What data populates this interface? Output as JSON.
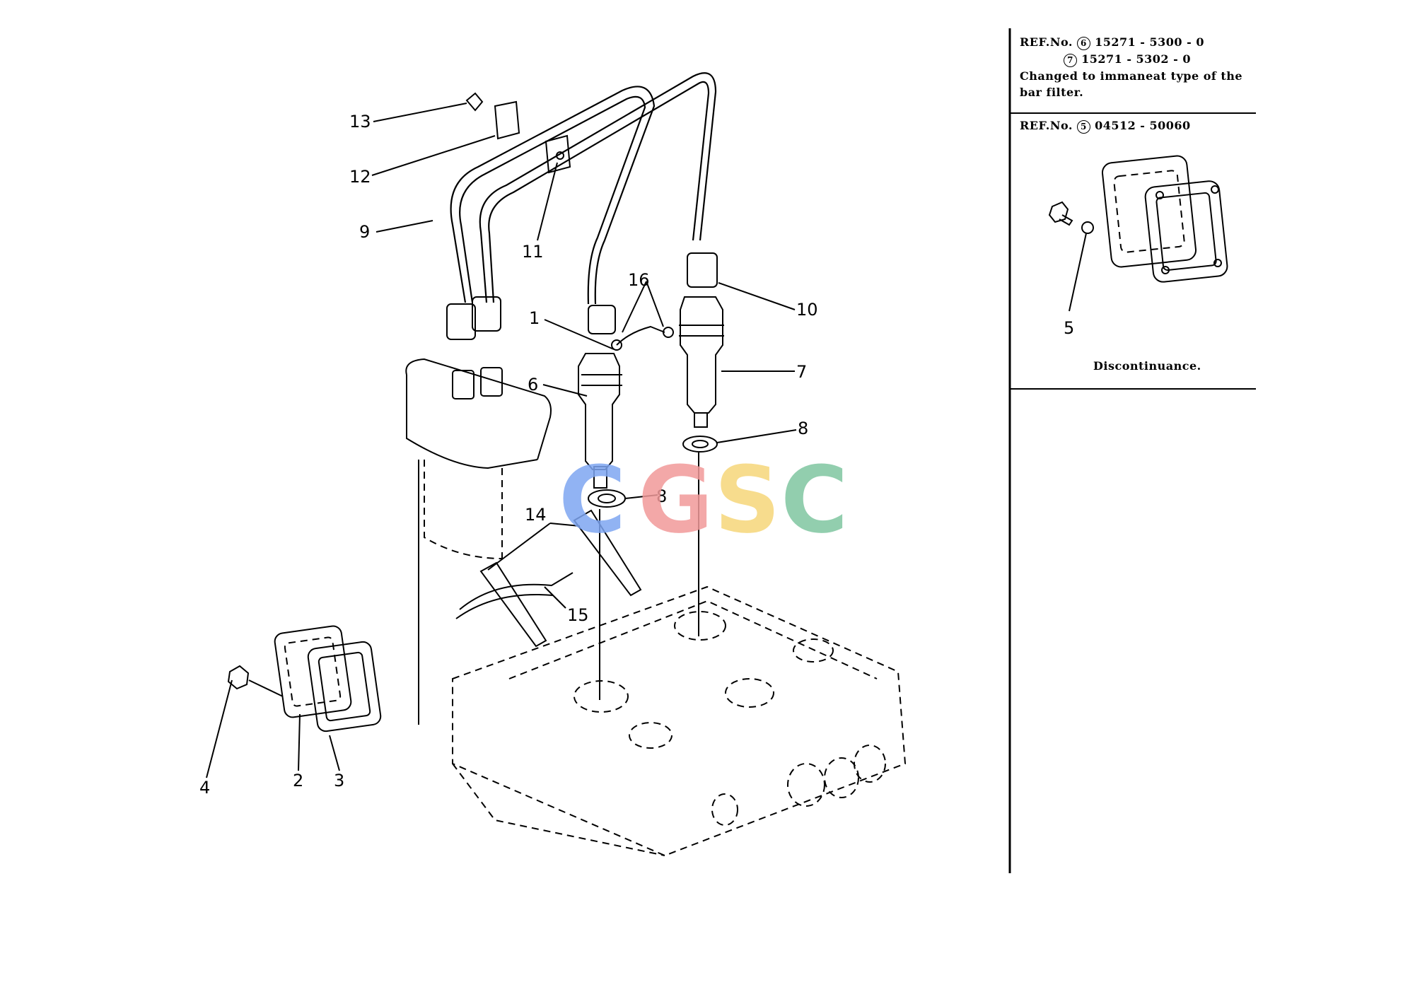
{
  "notes": {
    "ref1_prefix": "REF.No.",
    "ref1_num_a": "6",
    "ref1_part_a": "15271 - 5300 - 0",
    "ref1_num_b": "7",
    "ref1_part_b": "15271 - 5302 - 0",
    "ref1_text_line1": "Changed to immaneat type of the",
    "ref1_text_line2": "bar filter.",
    "ref2_prefix": "REF.No.",
    "ref2_num": "5",
    "ref2_part": "04512 - 50060",
    "ref2_callout": "5",
    "ref2_caption": "Discontinuance."
  },
  "callouts": {
    "c1": "1",
    "c2": "2",
    "c3": "3",
    "c4": "4",
    "c6": "6",
    "c7": "7",
    "c8a": "8",
    "c8b": "8",
    "c9": "9",
    "c10": "10",
    "c11": "11",
    "c12": "12",
    "c13": "13",
    "c14": "14",
    "c15": "15",
    "c16": "16"
  },
  "watermark": {
    "letters": [
      "C",
      "G",
      "S",
      "C"
    ],
    "colors": [
      "#7ea6f2",
      "#f19a9a",
      "#f6d77a",
      "#7fc6a0"
    ]
  }
}
